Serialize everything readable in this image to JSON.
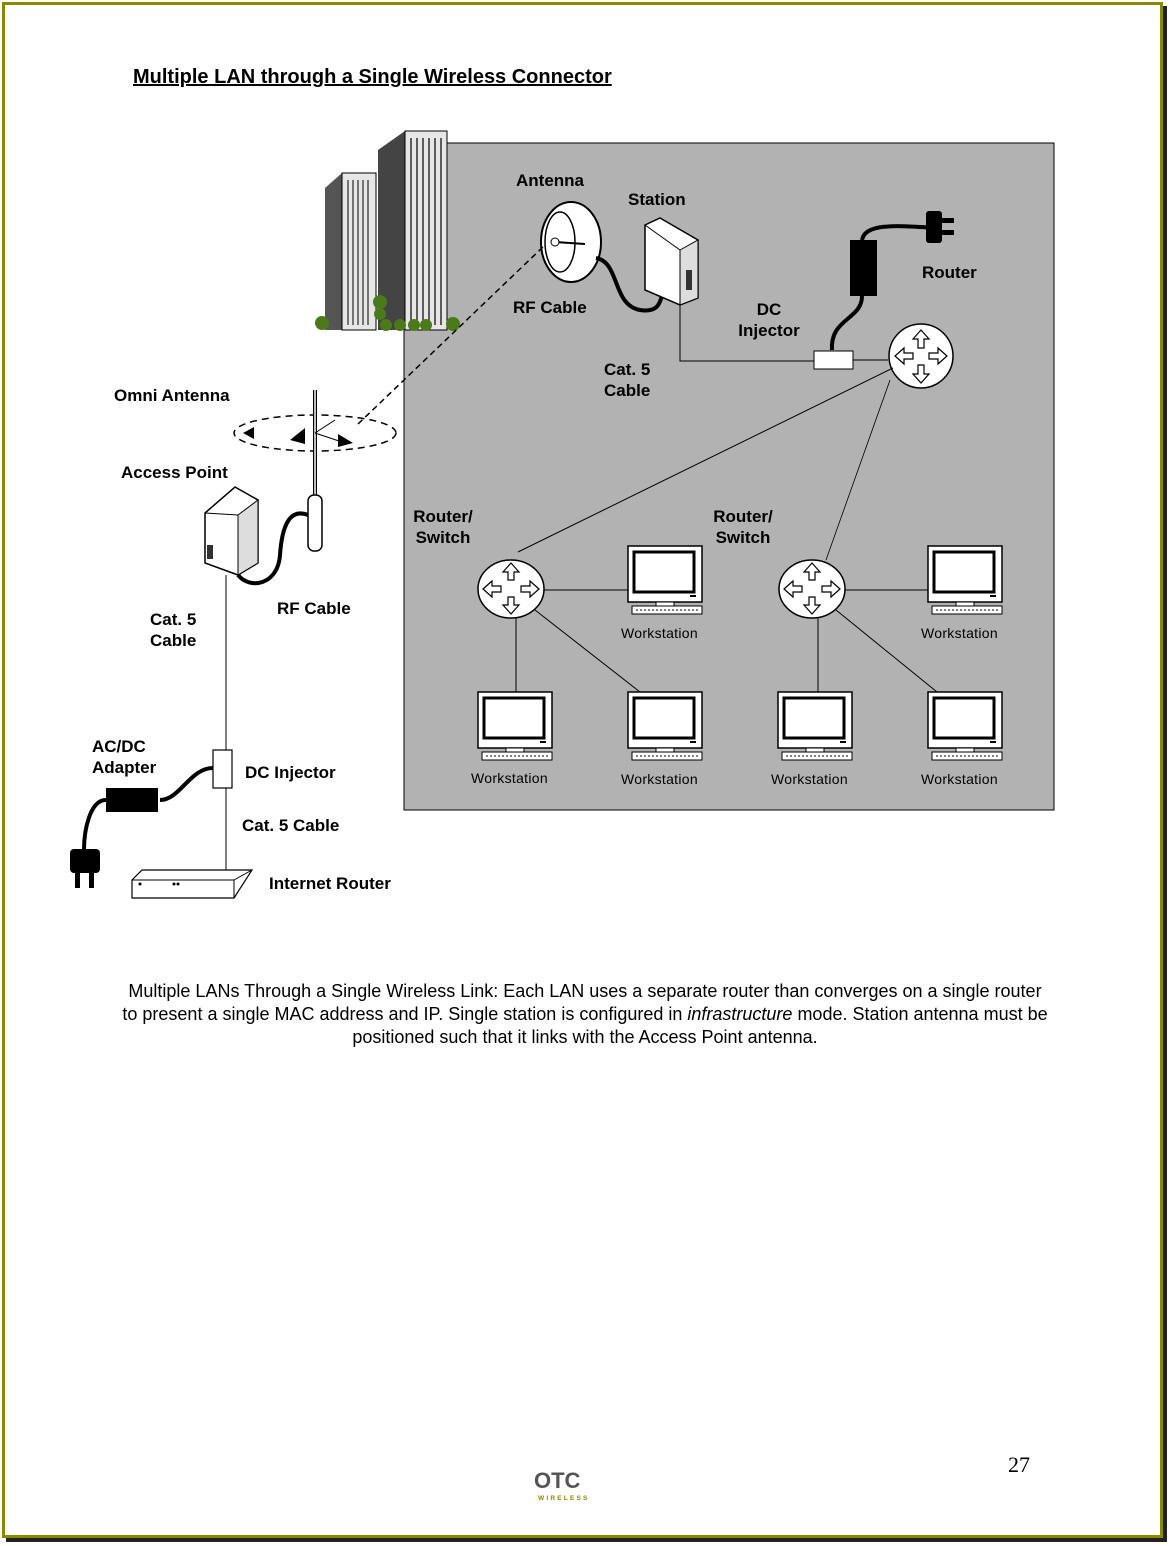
{
  "page": {
    "title": "Multiple LAN through a Single Wireless Connector",
    "page_number": "27"
  },
  "diagram": {
    "labels": {
      "antenna": "Antenna",
      "station": "Station",
      "router_top": "Router",
      "rf_cable_top": "RF Cable",
      "dc_injector_top_1": "DC",
      "dc_injector_top_2": "Injector",
      "cat5_top_1": "Cat. 5",
      "cat5_top_2": "Cable",
      "omni_antenna": "Omni Antenna",
      "access_point": "Access Point",
      "router_switch_left_1": "Router/",
      "router_switch_left_2": "Switch",
      "router_switch_right_1": "Router/",
      "router_switch_right_2": "Switch",
      "cat5_left_1": "Cat. 5",
      "cat5_left_2": "Cable",
      "rf_cable_left": "RF Cable",
      "ac_dc_adapter_1": "AC/DC",
      "ac_dc_adapter_2": "Adapter",
      "dc_injector_left": "DC Injector",
      "cat5_cable_bottom": "Cat. 5 Cable",
      "internet_router": "Internet Router"
    },
    "workstations": [
      "Workstation",
      "Workstation",
      "Workstation",
      "Workstation",
      "Workstation",
      "Workstation"
    ]
  },
  "caption": {
    "part1": "Multiple LANs Through a Single Wireless Link:  Each LAN uses a separate router than converges on a single router to present a single MAC address and IP.  Single station is configured in ",
    "italic": "infrastructure",
    "part2": " mode.  Station antenna must be positioned such that it links with the Access Point antenna."
  },
  "logo": {
    "text": "OTC",
    "subtext": "WIRELESS"
  },
  "colors": {
    "border": "#8a8a00",
    "lan_panel": "#b2b2b2",
    "tree": "#4a7a1a"
  }
}
